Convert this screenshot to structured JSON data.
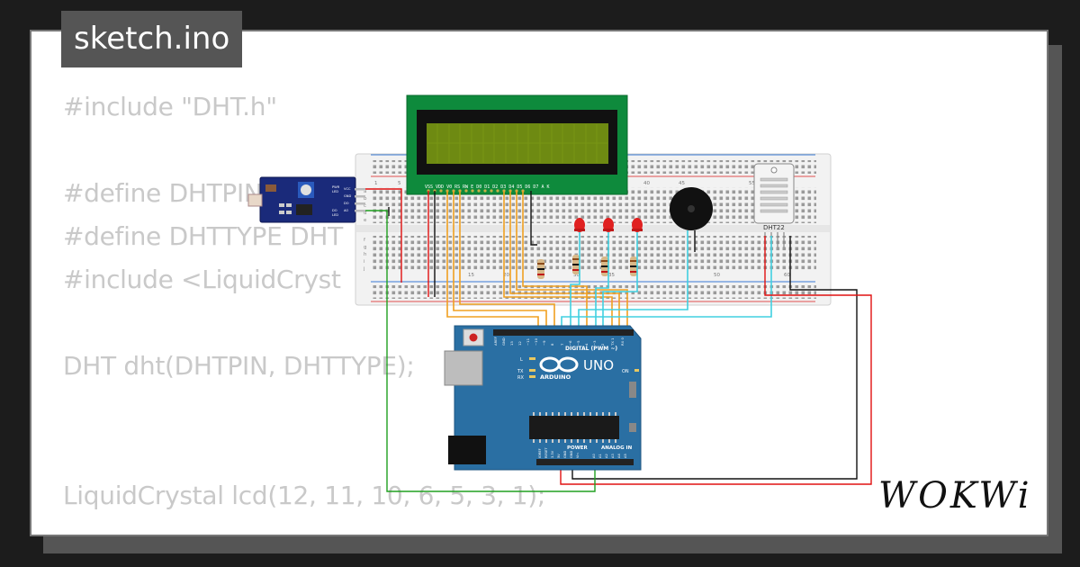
{
  "window": {
    "tab_title": "sketch.ino"
  },
  "code_lines": [
    "#include \"DHT.h\"",
    "#define DHTPIN",
    "#define DHTTYPE DHT",
    "#include <LiquidCryst",
    "DHT dht(DHTPIN, DHTTYPE);",
    "LiquidCrystal lcd(12, 11, 10, 6, 5, 3, 1);"
  ],
  "circuit": {
    "lcd": {
      "pin_labels": "VSS VDD V0 RS RW E  D0 D1 D2 D3 D4 D5 D6 D7 A  K"
    },
    "breadboard": {
      "numbers": [
        "1",
        "5",
        "10",
        "15",
        "20",
        "25",
        "30",
        "35",
        "40",
        "45",
        "50",
        "55",
        "60"
      ],
      "row_letters": [
        "a",
        "b",
        "c",
        "d",
        "e",
        "f",
        "g",
        "h",
        "i",
        "j"
      ]
    },
    "sensor": {
      "pin_labels": [
        "VCC",
        "GND",
        "DO",
        "AO"
      ],
      "text_lines": [
        "PWR",
        "LED",
        "DO",
        "LED"
      ]
    },
    "dht": {
      "label": "DHT22"
    },
    "arduino": {
      "model": "UNO",
      "brand": "ARDUINO",
      "digital_label": "DIGITAL (PWM ~)",
      "power_label": "POWER",
      "analog_label": "ANALOG IN",
      "indicator_labels": [
        "L",
        "TX",
        "RX"
      ],
      "on_label": "ON",
      "top_pins": [
        "AREF",
        "GND",
        "13",
        "12",
        "~11",
        "~10",
        "~9",
        "8",
        "7",
        "~6",
        "~5",
        "4",
        "~3",
        "2",
        "TX 1",
        "RX 0"
      ],
      "bottom_pins": [
        "IOREF",
        "RESET",
        "3.3V",
        "5V",
        "GND",
        "GND",
        "Vin",
        "A0",
        "A1",
        "A2",
        "A3",
        "A4",
        "A5"
      ]
    },
    "colors": {
      "wire_orange": "#f0a020",
      "wire_cyan": "#40d0e0",
      "wire_red": "#e01010",
      "wire_black": "#111111",
      "wire_green": "#20a020",
      "board_blue": "#2a6fa3",
      "lcd_green": "#0e8a3c"
    }
  },
  "brand_logo": "WOKWi"
}
